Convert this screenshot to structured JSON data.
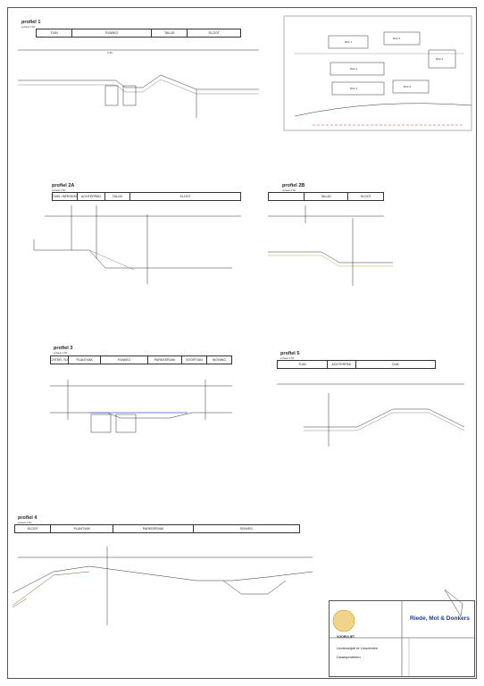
{
  "profiles": {
    "p1": {
      "title": "profiel 1",
      "scale": "schaal 1:50",
      "cols": [
        "TUIN",
        "RIJWEG",
        "TALUD",
        "SLOOT"
      ],
      "dim": "5.35"
    },
    "p2a": {
      "title": "profiel 2A",
      "scale": "schaal 1:50",
      "cols": [
        "TUIN / BERGING",
        "ACHTERPAD",
        "TALUD",
        "SLOOT"
      ]
    },
    "p2b": {
      "title": "profiel 2B",
      "scale": "schaal 1:50",
      "cols": [
        "TALUD",
        "SLOOT"
      ]
    },
    "p3": {
      "title": "profiel 3",
      "scale": "schaal 1:50",
      "cols": [
        "ACHTER -TUIN",
        "PLANTVAK",
        "RIJWEG",
        "PARKEERVAK",
        "VOORTUIN",
        "WONING"
      ]
    },
    "p5": {
      "title": "profiel 5",
      "scale": "schaal 1:50",
      "cols": [
        "TUIN",
        "ACHTERPAD",
        "DIJK"
      ]
    },
    "p4": {
      "title": "profiel 4",
      "scale": "schaal 1:50",
      "cols": [
        "SLOOT",
        "PLANTVAK",
        "PARKEERVAK",
        "RIJWEG"
      ]
    }
  },
  "plan": {
    "blocks": [
      "Blok 1",
      "Blok 2",
      "Blok 3",
      "Blok 4",
      "Blok 5",
      "Blok 6"
    ]
  },
  "titleblock": {
    "logo_text": "VOORVLIET",
    "company": "Riede, Mol & Donkers",
    "project": "Lindenwijde te Linschoten",
    "subject": "Dwarsprofielen"
  }
}
